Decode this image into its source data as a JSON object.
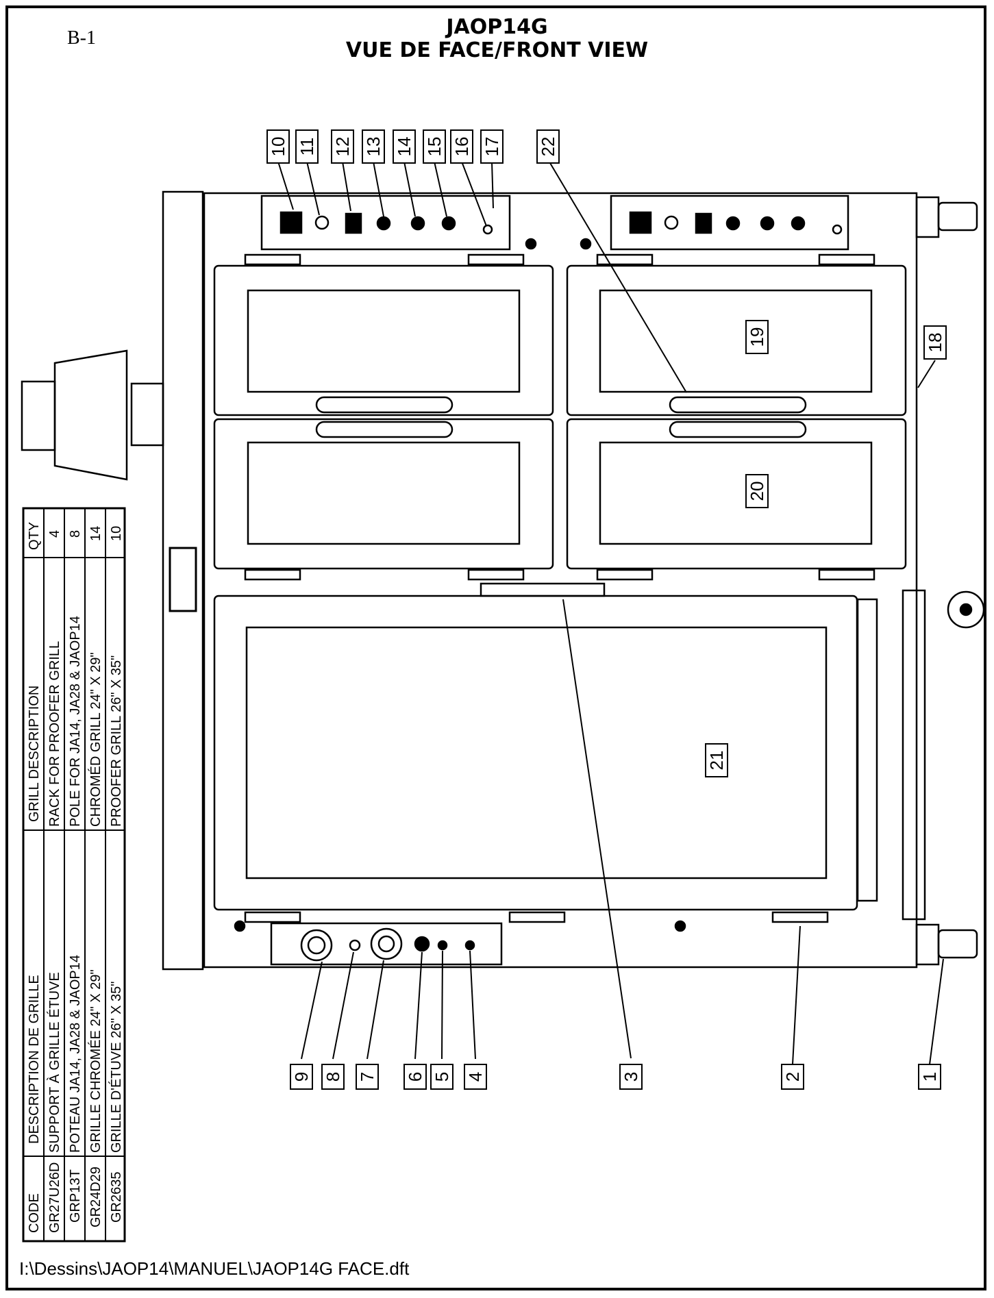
{
  "page_id": "B-1",
  "title": "JAOP14G",
  "subtitle": "VUE DE FACE/FRONT VIEW",
  "file_path": "I:\\Dessins\\JAOP14\\MANUEL\\JAOP14G FACE.dft",
  "table": {
    "headers": [
      "CODE",
      "DESCRIPTION DE GRILLE",
      "GRILL DESCRIPTION",
      "QTY"
    ],
    "rows": [
      [
        "GR27U26D",
        "SUPPORT À GRILLE ÉTUVE",
        "RACK FOR PROOFER GRILL",
        "4"
      ],
      [
        "GRP13T",
        "POTEAU JA14, JA28 & JAOP14",
        "POLE FOR JA14, JA28 & JAOP14",
        "8"
      ],
      [
        "GR24D29",
        "GRILLE CHROMÉE 24\" X 29\"",
        "CHROMÉD GRILL 24\" X 29\"",
        "14"
      ],
      [
        "GR2635",
        "GRILLE D'ÉTUVE 26\" X 35\"",
        "PROOFER GRILL 26\" X 35\"",
        "10"
      ]
    ]
  },
  "callouts": {
    "c1": "1",
    "c2": "2",
    "c3": "3",
    "c4": "4",
    "c5": "5",
    "c6": "6",
    "c7": "7",
    "c8": "8",
    "c9": "9",
    "c10": "10",
    "c11": "11",
    "c12": "12",
    "c13": "13",
    "c14": "14",
    "c15": "15",
    "c16": "16",
    "c17": "17",
    "c18": "18",
    "c19": "19",
    "c20": "20",
    "c21": "21",
    "c22": "22"
  }
}
